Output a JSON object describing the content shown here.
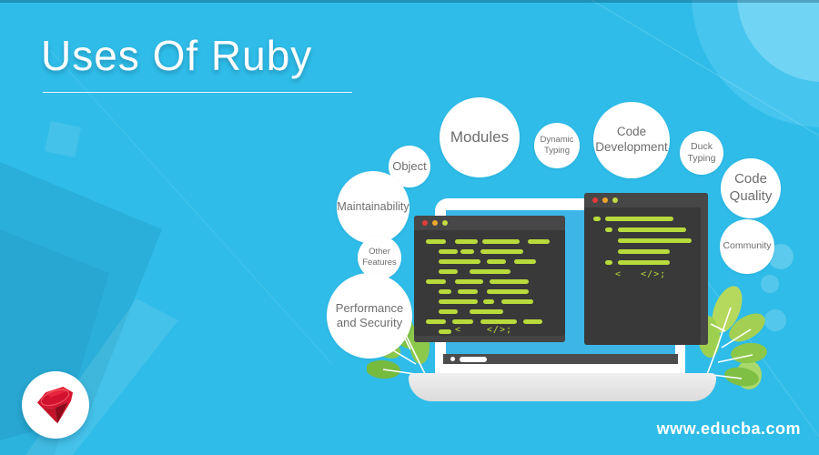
{
  "page": {
    "title": "Uses Of Ruby",
    "watermark": "www.educba.com"
  },
  "colors": {
    "background": "#2fbce8",
    "bubble_fill": "#ffffff",
    "bubble_text": "#6e6e6e",
    "window_body": "#393939",
    "window_titlebar": "#474747",
    "code_green": "#b8da3b",
    "control_red": "#e23b3b",
    "control_yellow": "#eea62d",
    "control_green": "#c4d944",
    "screen_blue": "#3db6e7",
    "laptop_base": "#e6e6e6",
    "leaf_green": "#8cc63f",
    "ruby_red": "#d31230"
  },
  "bubbles": [
    {
      "id": "modules",
      "label": "Modules"
    },
    {
      "id": "object",
      "label": "Object"
    },
    {
      "id": "dynamic-typing",
      "label": "Dynamic\nTyping"
    },
    {
      "id": "code-development",
      "label": "Code\nDevelopment"
    },
    {
      "id": "duck-typing",
      "label": "Duck\nTyping"
    },
    {
      "id": "code-quality",
      "label": "Code\nQuality"
    },
    {
      "id": "maintainability",
      "label": "Maintainability"
    },
    {
      "id": "community",
      "label": "Community"
    },
    {
      "id": "other-features",
      "label": "Other\nFeatures"
    },
    {
      "id": "performance-and-security",
      "label": "Performance\nand Security"
    }
  ],
  "windows": {
    "left": {
      "snippet": "<    </>;",
      "rows": [
        [
          [
            8,
            13
          ],
          [
            27,
            15
          ],
          [
            45,
            25
          ],
          [
            75,
            15
          ]
        ],
        [
          [
            16,
            13
          ],
          [
            31,
            9
          ],
          [
            44,
            28
          ]
        ],
        [
          [
            16,
            28
          ],
          [
            48,
            13
          ],
          [
            66,
            15
          ]
        ],
        [
          [
            16,
            13
          ],
          [
            37,
            27
          ]
        ],
        [
          [
            8,
            13
          ],
          [
            27,
            19
          ],
          [
            50,
            26
          ]
        ],
        [
          [
            16,
            9
          ],
          [
            29,
            13
          ],
          [
            48,
            28
          ]
        ],
        [
          [
            16,
            26
          ],
          [
            46,
            7
          ],
          [
            58,
            21
          ]
        ],
        [
          [
            16,
            13
          ],
          [
            37,
            22
          ]
        ],
        [
          [
            8,
            13
          ],
          [
            25,
            14
          ],
          [
            44,
            24
          ],
          [
            72,
            13
          ]
        ],
        [
          [
            16,
            9
          ]
        ]
      ]
    },
    "right": {
      "snippet": "<   </>;",
      "rows": [
        [
          [
            7,
            6
          ],
          [
            17,
            55
          ]
        ],
        [
          [
            17,
            6
          ],
          [
            27,
            55
          ]
        ],
        [
          [
            27,
            60
          ]
        ],
        [
          [
            27,
            42
          ]
        ],
        [
          [
            17,
            6
          ],
          [
            27,
            42
          ]
        ]
      ]
    }
  }
}
